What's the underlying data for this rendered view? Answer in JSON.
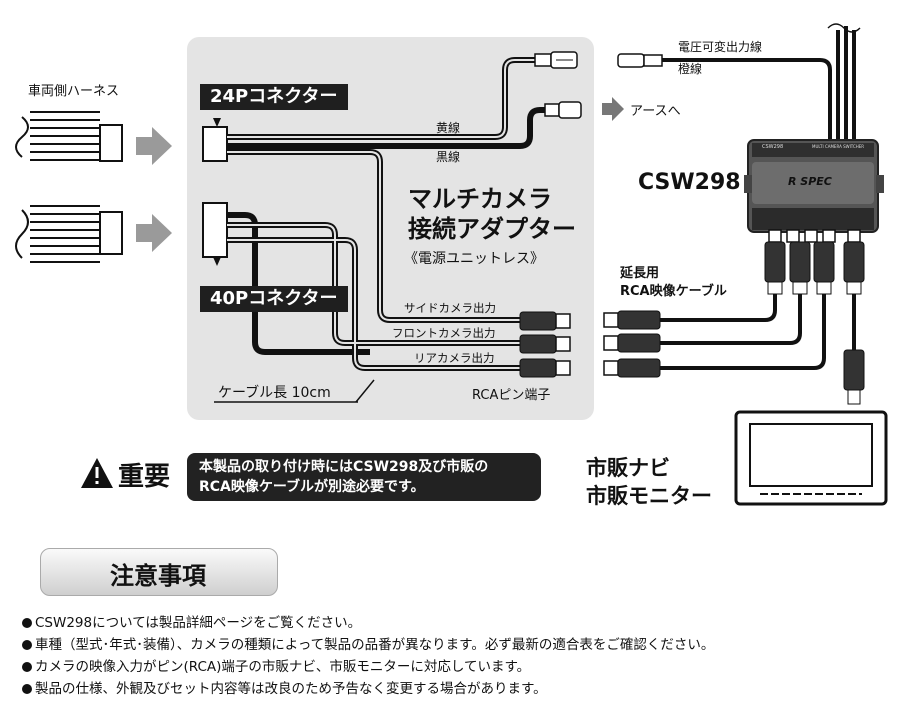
{
  "harness_label": "車両側ハーネス",
  "connector_24p": "24Pコネクター",
  "connector_40p": "40Pコネクター",
  "yellow_wire": "黄線",
  "black_wire": "黒線",
  "product_title_line1": "マルチカメラ",
  "product_title_line2": "接続アダプター",
  "product_subtitle": "《電源ユニットレス》",
  "outputs": [
    "サイドカメラ出力",
    "フロントカメラ出力",
    "リアカメラ出力"
  ],
  "cable_length": "ケーブル長 10cm",
  "rca_terminal": "RCAピン端子",
  "earth_label": "アースへ",
  "voltage_wire_line1": "電圧可変出力線",
  "voltage_wire_line2": "橙線",
  "csw_model": "CSW298",
  "switcher_brand": "R SPEC",
  "switcher_top_label": "CSW298",
  "switcher_header": "MULTI CAMERA SWITCHER",
  "extension_line1": "延長用",
  "extension_line2": "RCA映像ケーブル",
  "important_label": "重要",
  "important_text_line1": "本製品の取り付け時にはCSW298及び市販の",
  "important_text_line2": "RCA映像ケーブルが別途必要です。",
  "navi_line1": "市販ナビ",
  "navi_line2": "市販モニター",
  "caution_title": "注意事項",
  "cautions": [
    "CSW298については製品詳細ページをご覧ください。",
    "車種（型式･年式･装備）、カメラの種類によって製品の品番が異なります。必ず最新の適合表をご確認ください。",
    "カメラの映像入力がピン(RCA)端子の市販ナビ、市販モニターに対応しています。",
    "製品の仕様、外観及びセット内容等は改良のため予告なく変更する場合があります。"
  ]
}
